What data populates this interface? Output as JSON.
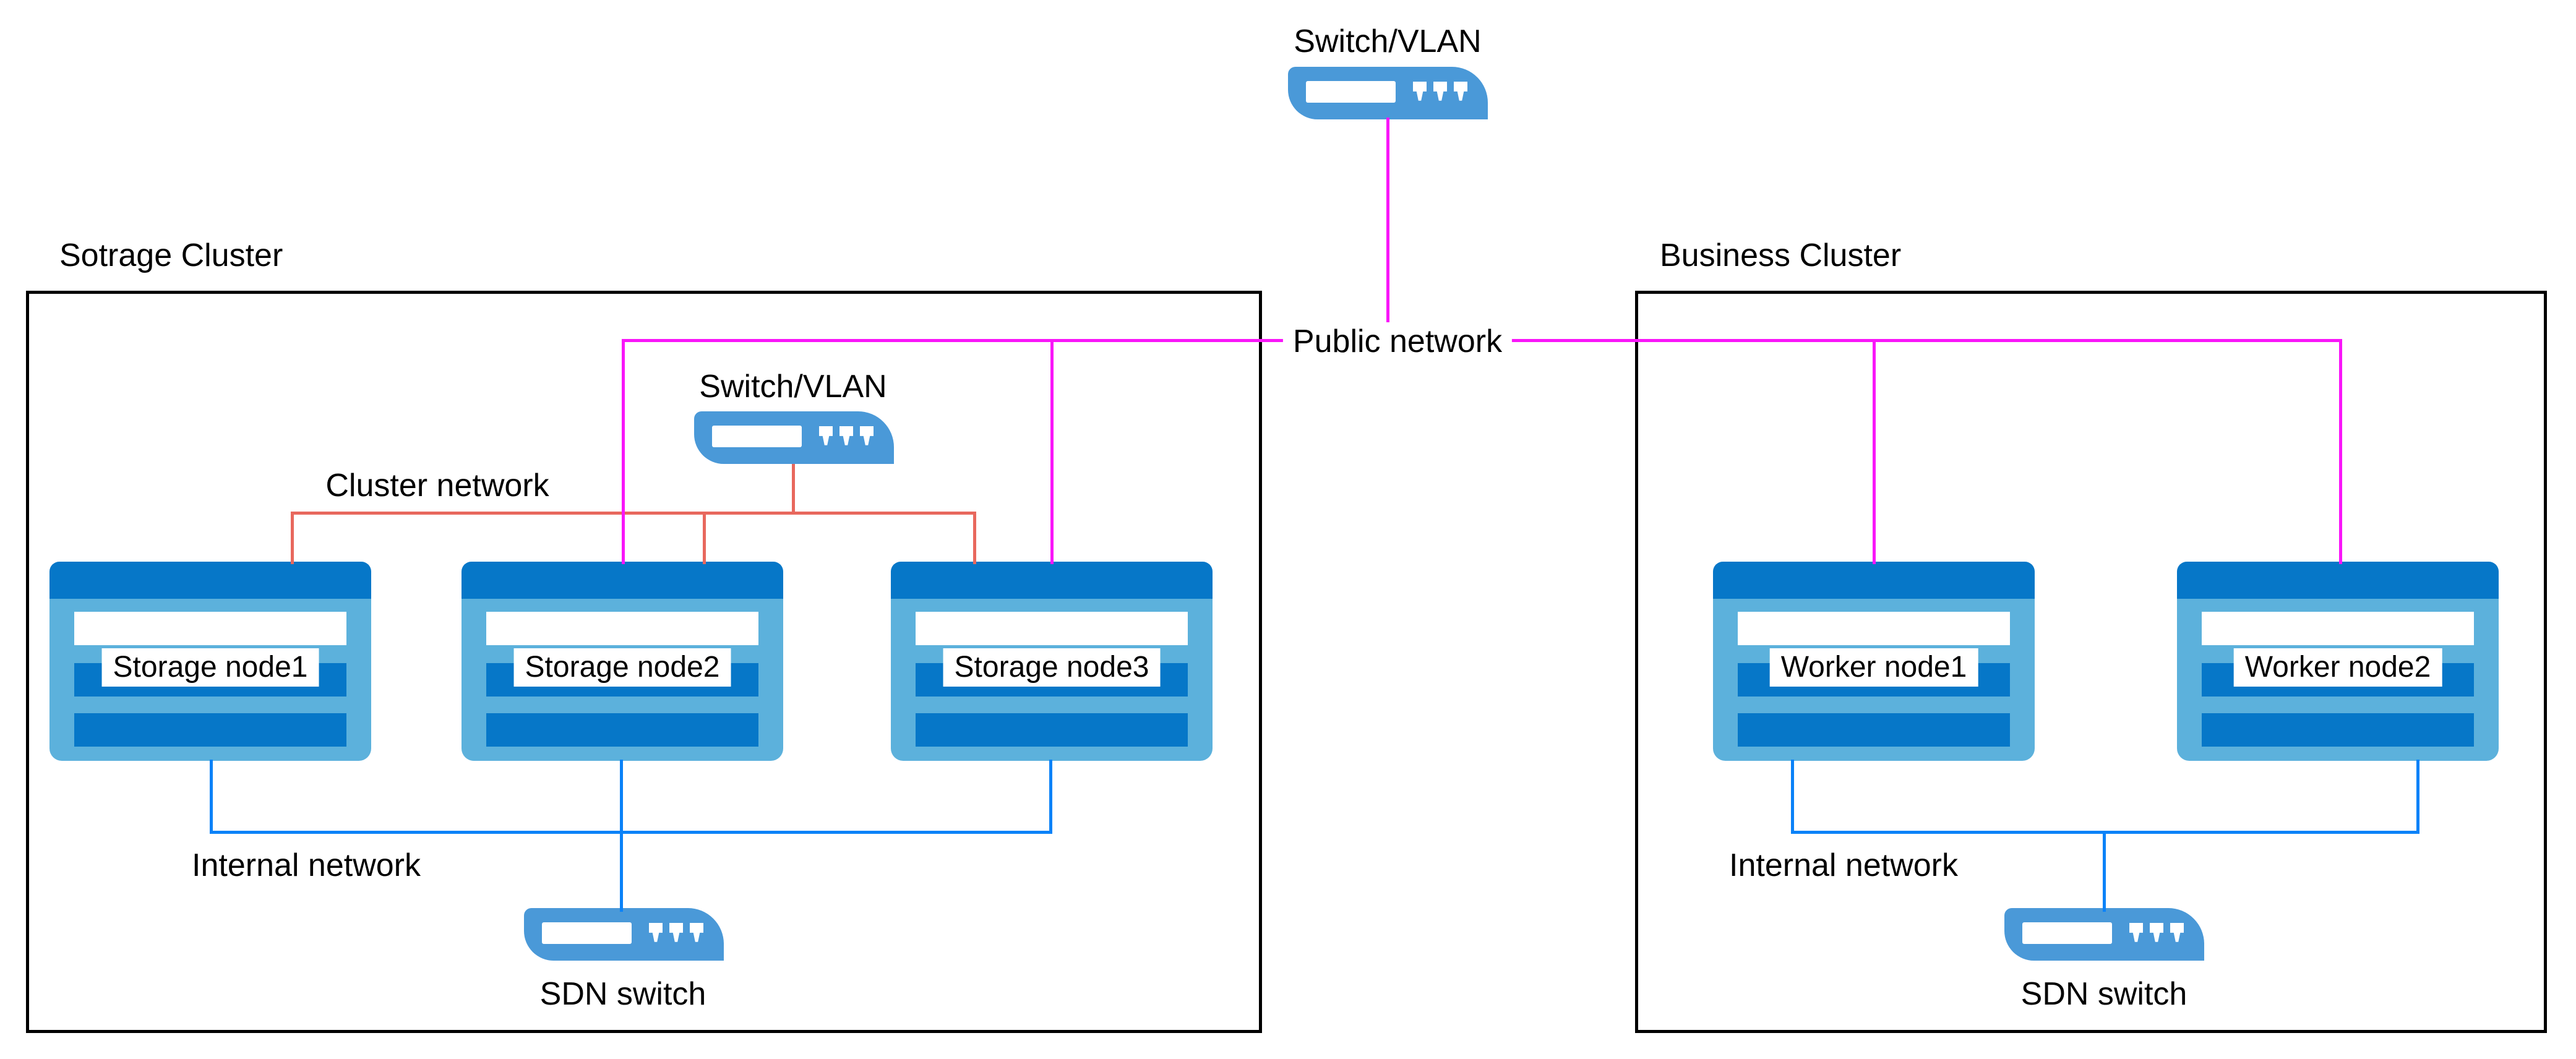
{
  "top_switch": {
    "label": "Switch/VLAN"
  },
  "public_network": {
    "label": "Public network"
  },
  "storage_cluster": {
    "title": "Sotrage Cluster",
    "switch_label": "Switch/VLAN",
    "cluster_network_label": "Cluster network",
    "internal_network_label": "Internal network",
    "sdn_switch_label": "SDN switch",
    "nodes": [
      {
        "label": "Storage node1"
      },
      {
        "label": "Storage node2"
      },
      {
        "label": "Storage node3"
      }
    ]
  },
  "business_cluster": {
    "title": "Business Cluster",
    "internal_network_label": "Internal network",
    "sdn_switch_label": "SDN switch",
    "nodes": [
      {
        "label": "Worker node1"
      },
      {
        "label": "Worker node2"
      }
    ]
  },
  "colors": {
    "public_network": "#F916F9",
    "cluster_network": "#E8685D",
    "internal_network": "#0B82F8",
    "node_body": "#5CB1DC",
    "node_dark": "#0677C8",
    "switch_blue": "#4A99D8",
    "border": "#000000",
    "background": "#FFFFFF"
  }
}
